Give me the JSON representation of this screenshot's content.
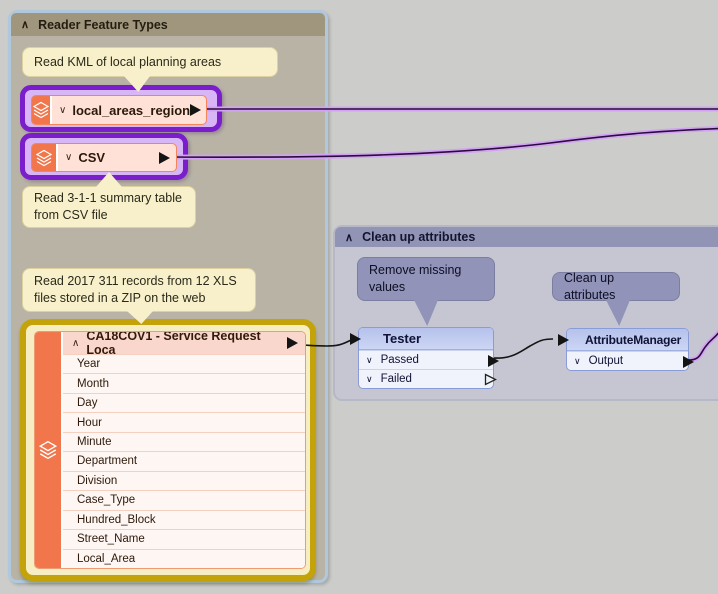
{
  "icons": {
    "collapse": "∧",
    "expand": "∨",
    "layers_icon": "stacked-layers",
    "port_connected": "filled-right-triangle",
    "port_unconnected": "hollow-right-triangle"
  },
  "colors": {
    "canvas": "#cccccb",
    "selection_purple": "#7a1ecb",
    "selection_gold": "#c4a30a",
    "connection_selected_glow": "#d2a3f2",
    "reader_orange": "#f1764b",
    "reader_node_fill": "#ffe1d7",
    "transformer_header": "#b6c2ec",
    "bookmark_reader_header": "#a0967e",
    "bookmark_cleanup_header": "#9294b6",
    "annotation_cream": "#f8f0ca",
    "annotation_gray": "#9193b8"
  },
  "bookmarks": {
    "reader": {
      "title": "Reader Feature Types"
    },
    "cleanup": {
      "title": "Clean up attributes"
    }
  },
  "annotations": {
    "kml": {
      "text": "Read KML of local planning areas"
    },
    "csv": {
      "text": "Read 3-1-1 summary table\nfrom CSV file"
    },
    "xls": {
      "text": "Read 2017 311 records from 12 XLS\nfiles stored in a ZIP on the web"
    },
    "remove_missing": {
      "text": "Remove missing\nvalues"
    },
    "cleanup": {
      "text": "Clean up attributes"
    }
  },
  "nodes": {
    "local_areas_region": {
      "label": "local_areas_region"
    },
    "csv": {
      "label": "CSV"
    },
    "xls_reader": {
      "label": "CA18COV1 - Service Request Loca",
      "attributes": [
        "Year",
        "Month",
        "Day",
        "Hour",
        "Minute",
        "Department",
        "Division",
        "Case_Type",
        "Hundred_Block",
        "Street_Name",
        "Local_Area"
      ]
    },
    "tester": {
      "label": "Tester",
      "ports": [
        {
          "name": "Passed"
        },
        {
          "name": "Failed"
        }
      ]
    },
    "attribute_manager": {
      "label": "AttributeManager",
      "ports": [
        {
          "name": "Output"
        }
      ]
    }
  }
}
